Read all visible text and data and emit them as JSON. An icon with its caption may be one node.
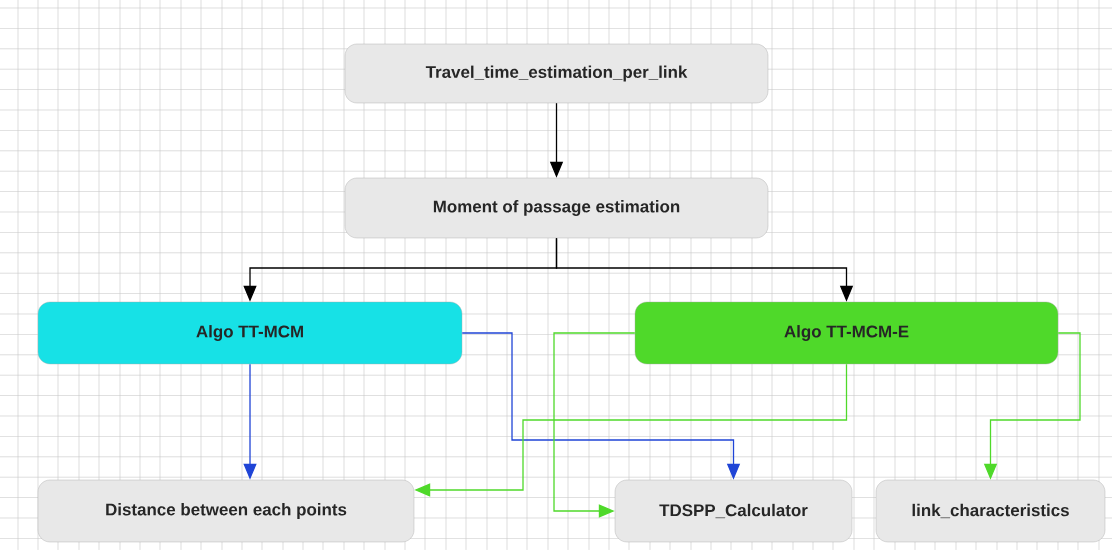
{
  "diagram": {
    "nodes": [
      {
        "text": [
          "Travel_time_estimation_per_link"
        ]
      },
      {
        "text": [
          "Moment of passage estimation"
        ]
      },
      {
        "text": [
          "Algo TT-MCM"
        ]
      },
      {
        "text": [
          "Algo TT-MCM-E"
        ]
      },
      {
        "text": [
          "Distance between each points"
        ]
      },
      {
        "text": [
          "TDSPP_Calculator"
        ]
      },
      {
        "text": [
          "link_characteristics"
        ]
      }
    ],
    "edges": [
      {
        "from": 0,
        "to": 1,
        "arrow": "to"
      },
      {
        "from": 1,
        "to": 2,
        "arrow": "to"
      },
      {
        "from": 1,
        "to": 3,
        "arrow": "to"
      },
      {
        "from": 2,
        "to": 4,
        "arrow": "to",
        "color": "#1f44d6"
      },
      {
        "from": 2,
        "to": 5,
        "arrow": "to",
        "color": "#1f44d6"
      },
      {
        "from": 3,
        "to": 4,
        "arrow": "to",
        "color": "#4fd92a"
      },
      {
        "from": 3,
        "to": 5,
        "arrow": "to",
        "color": "#4fd92a"
      },
      {
        "from": 3,
        "to": 6,
        "arrow": "to",
        "color": "#4fd92a"
      }
    ]
  }
}
